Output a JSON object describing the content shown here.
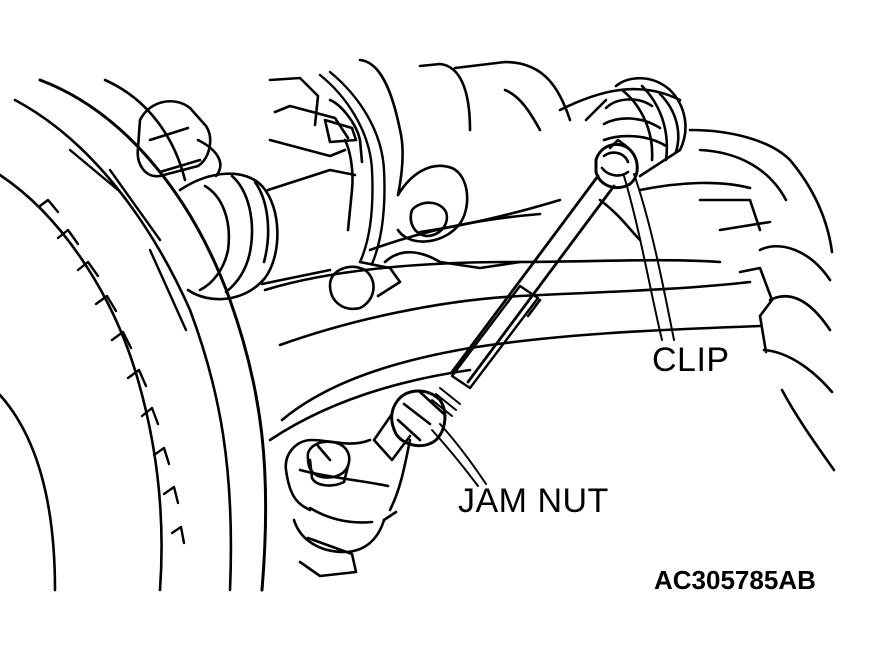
{
  "labels": {
    "clip": "CLIP",
    "jam_nut": "JAM NUT",
    "figure_code": "AC305785AB"
  },
  "colors": {
    "line": "#000000",
    "background": "#ffffff"
  }
}
